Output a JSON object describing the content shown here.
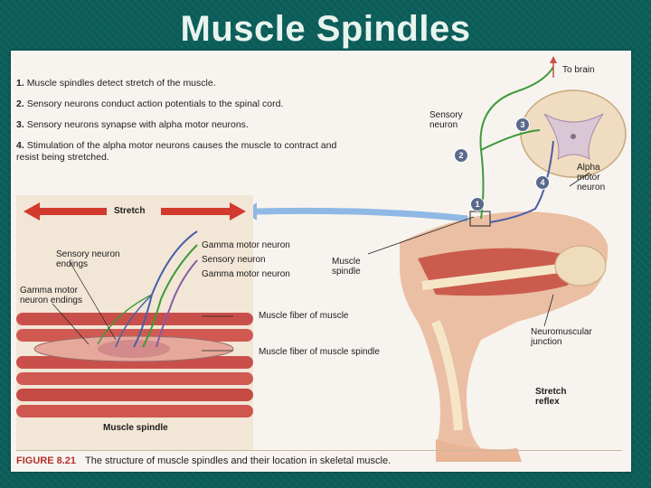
{
  "slide": {
    "title": "Muscle Spindles"
  },
  "steps": [
    {
      "num": "1.",
      "text": "Muscle spindles detect stretch of the muscle."
    },
    {
      "num": "2.",
      "text": "Sensory neurons conduct action potentials to the spinal cord."
    },
    {
      "num": "3.",
      "text": "Sensory neurons synapse with alpha motor neurons."
    },
    {
      "num": "4.",
      "text": "Stimulation of the alpha motor neurons causes the muscle to contract and resist being stretched."
    }
  ],
  "labels": {
    "to_brain": "To brain",
    "sensory_neuron": "Sensory neuron",
    "alpha_motor_neuron": "Alpha motor neuron",
    "stretch": "Stretch",
    "gamma_motor_neuron_1": "Gamma motor neuron",
    "sensory_neuron_inset": "Sensory neuron",
    "gamma_motor_neuron_2": "Gamma motor neuron",
    "sensory_neuron_endings": "Sensory neuron endings",
    "gamma_motor_neuron_endings": "Gamma motor neuron endings",
    "muscle_spindle": "Muscle spindle",
    "muscle_fiber_of_muscle": "Muscle fiber of muscle",
    "muscle_fiber_of_muscle_spindle": "Muscle fiber of muscle spindle",
    "neuromuscular_junction": "Neuromuscular junction",
    "stretch_reflex": "Stretch reflex",
    "muscle_spindle_inset": "Muscle spindle"
  },
  "markers": [
    "1",
    "2",
    "3",
    "4"
  ],
  "caption": {
    "figure_number": "FIGURE 8.21",
    "text": "The structure of muscle spindles and their location in skeletal muscle."
  },
  "colors": {
    "background": "#0b5e5a",
    "title": "#e8f4ee",
    "sensory": "#3f9a3a",
    "motor": "#4a5ea8",
    "muscle": "#c9504a",
    "arrow_red": "#d23a2e",
    "arrow_blue": "#8fb8e4"
  }
}
